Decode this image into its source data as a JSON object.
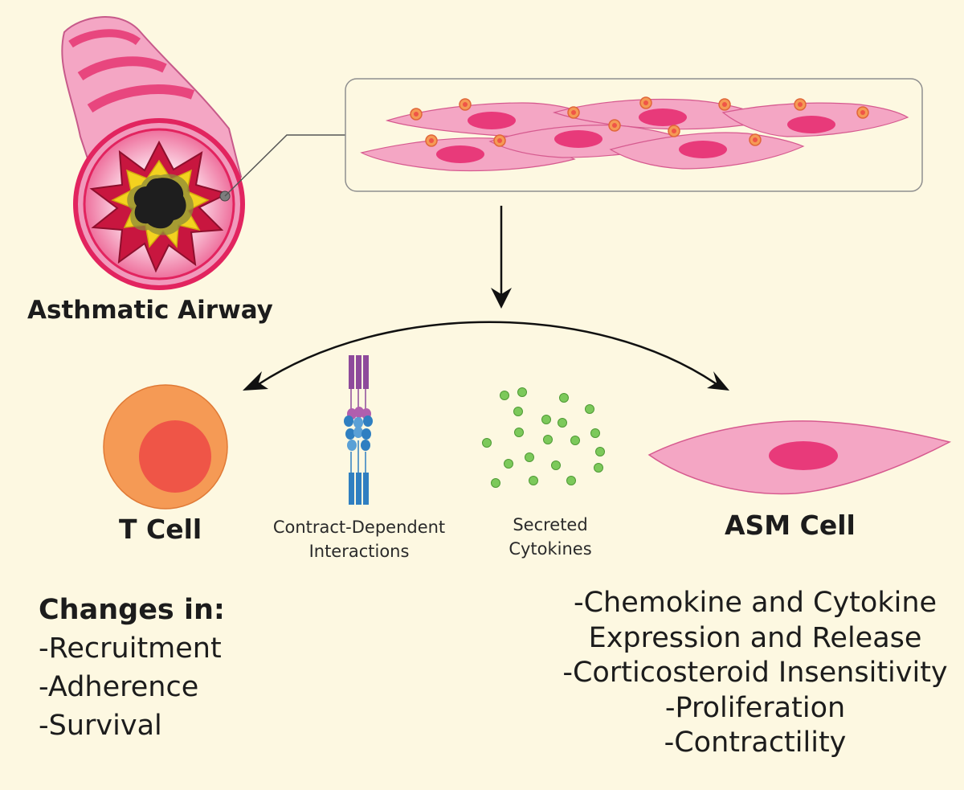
{
  "airway": {
    "title": "Asthmatic Airway"
  },
  "tcell": {
    "title": "T Cell",
    "changes_heading": "Changes in:",
    "changes": [
      "-Recruitment",
      "-Adherence",
      "-Survival"
    ]
  },
  "interactions": {
    "contact_line1": "Contract-Dependent",
    "contact_line2": "Interactions",
    "cytokines_line1": "Secreted",
    "cytokines_line2": "Cytokines"
  },
  "asm": {
    "title": "ASM Cell",
    "effects": [
      "-Chemokine and Cytokine",
      "Expression and Release",
      "-Corticosteroid Insensitivity",
      "-Proliferation",
      "-Contractility"
    ]
  },
  "colors": {
    "background": "#fdf8e1",
    "asm_cell": "#f4a6c4",
    "asm_nucleus": "#e83a7a",
    "airway_ring": "#e2245f",
    "tcell_outer": "#f59a55",
    "tcell_inner": "#ef5547",
    "cytokine": "#7cc95a",
    "receptor_purple": "#8e4a9b",
    "receptor_blue": "#2f7fc1"
  }
}
